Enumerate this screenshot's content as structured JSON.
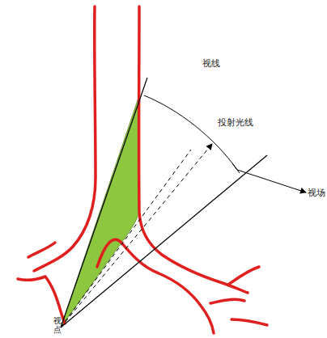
{
  "diagram": {
    "labels": [
      "视线",
      "投射光线",
      "视场",
      "视点"
    ]
  }
}
